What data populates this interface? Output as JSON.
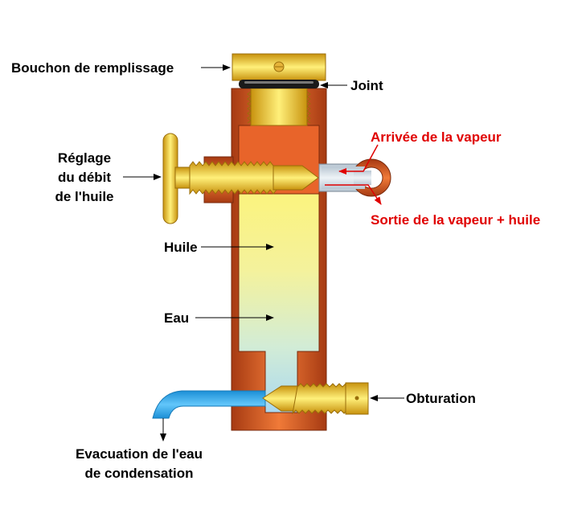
{
  "labels": {
    "filler_cap": "Bouchon de remplissage",
    "gasket": "Joint",
    "steam_inlet": "Arrivée de la vapeur",
    "steam_outlet": "Sortie de la vapeur + huile",
    "oil_flow_line1": "Réglage",
    "oil_flow_line2": "du débit",
    "oil_flow_line3": "de l'huile",
    "oil": "Huile",
    "water": "Eau",
    "shutoff": "Obturation",
    "drain_line1": "Evacuation de l'eau",
    "drain_line2": "de condensation"
  },
  "colors": {
    "text": "#000000",
    "steam_text": "#e00000",
    "copper_light": "#f07a38",
    "copper_dark": "#a63a12",
    "brass_light": "#fff07a",
    "brass_dark": "#c8920e",
    "oil_top": "#fbf37e",
    "water_bottom": "#a9d8f0",
    "gasket": "#1a1a1a",
    "drain_pipe": "#3fb2f2"
  }
}
